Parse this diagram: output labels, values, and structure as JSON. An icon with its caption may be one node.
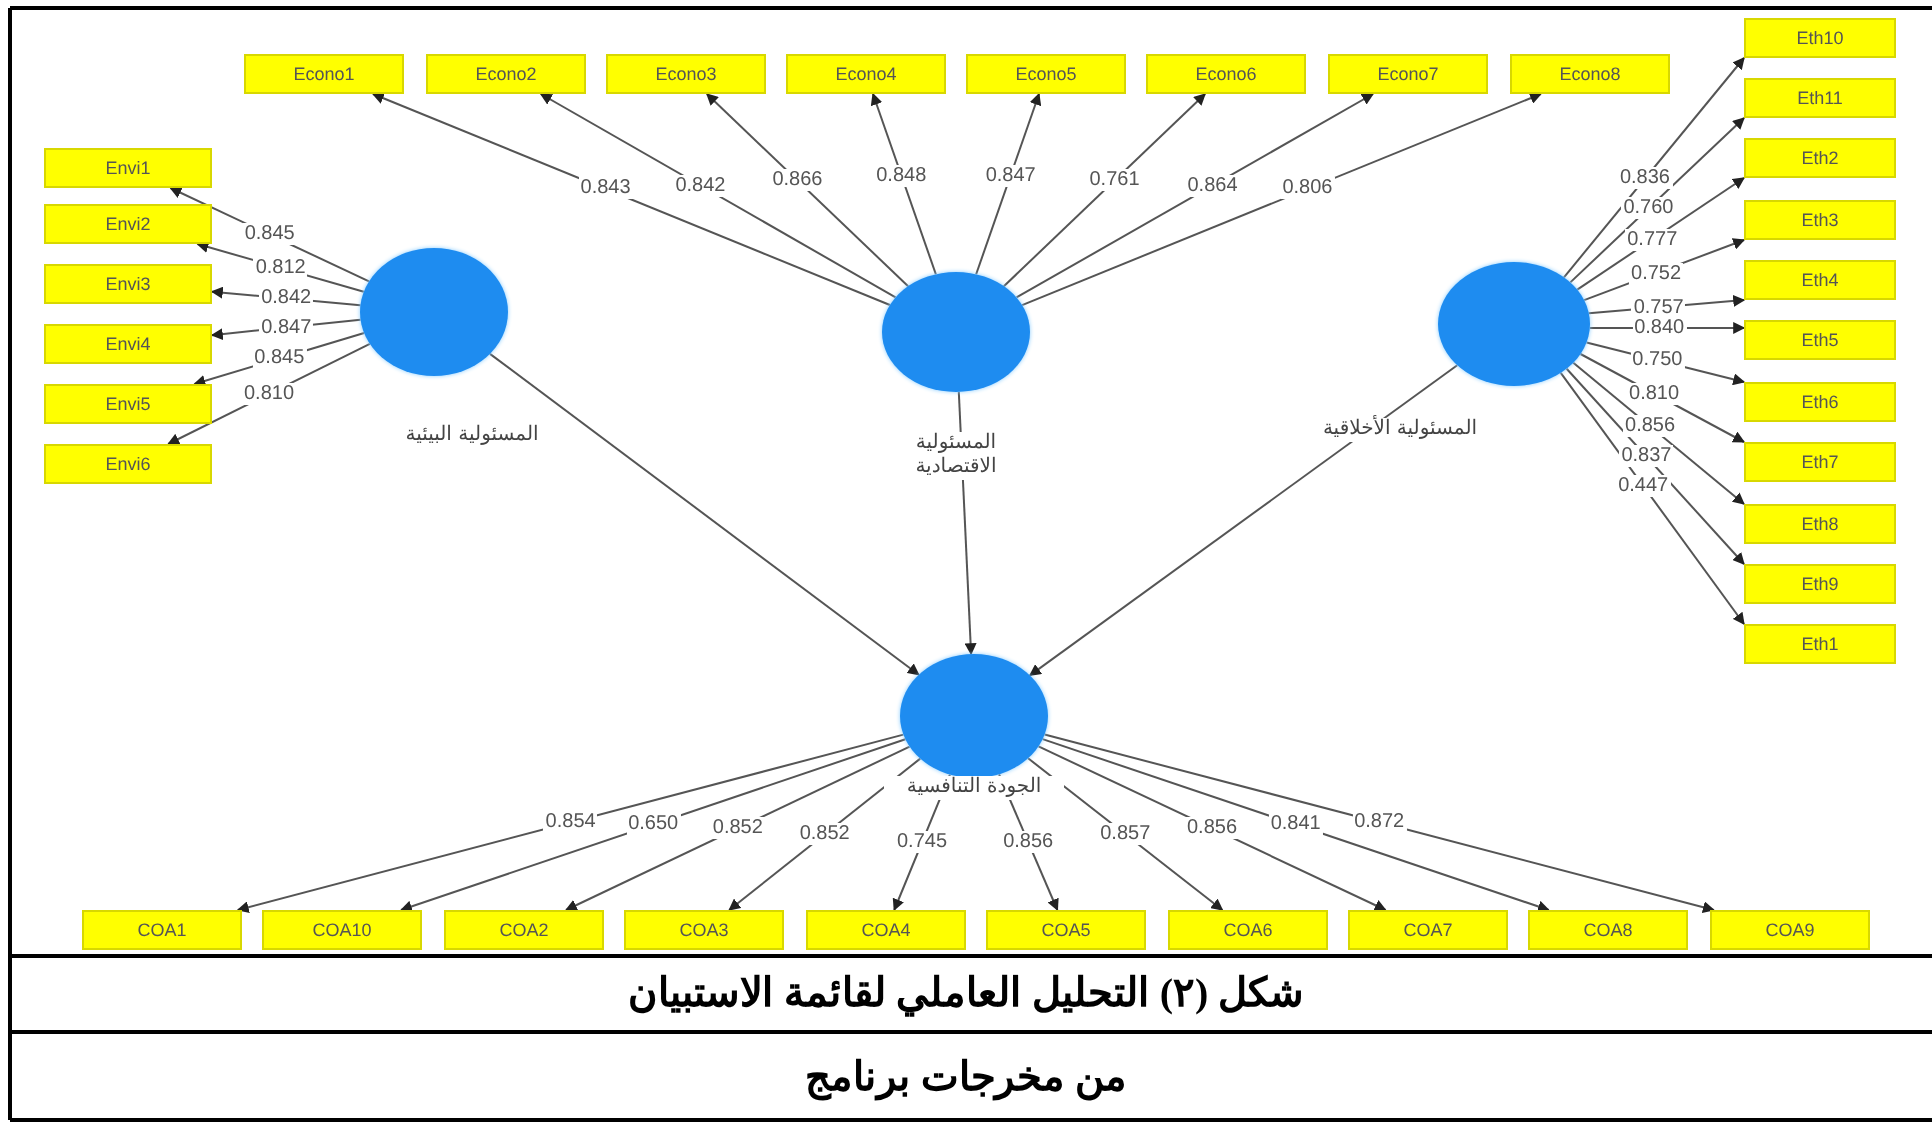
{
  "diagram": {
    "caption": "شكل (٢) التحليل العاملي لقائمة الاستبيان",
    "nodes": [
      {
        "text": [],
        "shape": "ellipse",
        "beside": [
          "المسئولية البيئية"
        ]
      },
      {
        "text": [],
        "shape": "ellipse",
        "beside": [
          "المسئولية الاقتصادية"
        ]
      },
      {
        "text": [],
        "shape": "ellipse",
        "beside": [
          "المسئولية الأخلاقية"
        ]
      },
      {
        "text": [],
        "shape": "ellipse",
        "beside": [
          "الجودة التنافسية"
        ]
      },
      {
        "text": [
          "Envi1"
        ]
      },
      {
        "text": [
          "Envi2"
        ]
      },
      {
        "text": [
          "Envi3"
        ]
      },
      {
        "text": [
          "Envi4"
        ]
      },
      {
        "text": [
          "Envi5"
        ]
      },
      {
        "text": [
          "Envi6"
        ]
      },
      {
        "text": [
          "Econo1"
        ]
      },
      {
        "text": [
          "Econo2"
        ]
      },
      {
        "text": [
          "Econo3"
        ]
      },
      {
        "text": [
          "Econo4"
        ]
      },
      {
        "text": [
          "Econo5"
        ]
      },
      {
        "text": [
          "Econo6"
        ]
      },
      {
        "text": [
          "Econo7"
        ]
      },
      {
        "text": [
          "Econo8"
        ]
      },
      {
        "text": [
          "Eth10"
        ]
      },
      {
        "text": [
          "Eth11"
        ]
      },
      {
        "text": [
          "Eth2"
        ]
      },
      {
        "text": [
          "Eth3"
        ]
      },
      {
        "text": [
          "Eth4"
        ]
      },
      {
        "text": [
          "Eth5"
        ]
      },
      {
        "text": [
          "Eth6"
        ]
      },
      {
        "text": [
          "Eth7"
        ]
      },
      {
        "text": [
          "Eth8"
        ]
      },
      {
        "text": [
          "Eth9"
        ]
      },
      {
        "text": [
          "Eth1"
        ]
      },
      {
        "text": [
          "COA1"
        ]
      },
      {
        "text": [
          "COA10"
        ]
      },
      {
        "text": [
          "COA2"
        ]
      },
      {
        "text": [
          "COA3"
        ]
      },
      {
        "text": [
          "COA4"
        ]
      },
      {
        "text": [
          "COA5"
        ]
      },
      {
        "text": [
          "COA6"
        ]
      },
      {
        "text": [
          "COA7"
        ]
      },
      {
        "text": [
          "COA8"
        ]
      },
      {
        "text": [
          "COA9"
        ]
      }
    ],
    "edges": [
      {
        "from": 0,
        "to": 4,
        "arrow": "to",
        "label": "0.845"
      },
      {
        "from": 0,
        "to": 5,
        "arrow": "to",
        "label": "0.812"
      },
      {
        "from": 0,
        "to": 6,
        "arrow": "to",
        "label": "0.842"
      },
      {
        "from": 0,
        "to": 7,
        "arrow": "to",
        "label": "0.847"
      },
      {
        "from": 0,
        "to": 8,
        "arrow": "to",
        "label": "0.845"
      },
      {
        "from": 0,
        "to": 9,
        "arrow": "to",
        "label": "0.810"
      },
      {
        "from": 1,
        "to": 10,
        "arrow": "to",
        "label": "0.843"
      },
      {
        "from": 1,
        "to": 11,
        "arrow": "to",
        "label": "0.842"
      },
      {
        "from": 1,
        "to": 12,
        "arrow": "to",
        "label": "0.866"
      },
      {
        "from": 1,
        "to": 13,
        "arrow": "to",
        "label": "0.848"
      },
      {
        "from": 1,
        "to": 14,
        "arrow": "to",
        "label": "0.847"
      },
      {
        "from": 1,
        "to": 15,
        "arrow": "to",
        "label": "0.761"
      },
      {
        "from": 1,
        "to": 16,
        "arrow": "to",
        "label": "0.864"
      },
      {
        "from": 1,
        "to": 17,
        "arrow": "to",
        "label": "0.806"
      },
      {
        "from": 2,
        "to": 18,
        "arrow": "to",
        "label": "0.836"
      },
      {
        "from": 2,
        "to": 19,
        "arrow": "to",
        "label": "0.760"
      },
      {
        "from": 2,
        "to": 20,
        "arrow": "to",
        "label": "0.777"
      },
      {
        "from": 2,
        "to": 21,
        "arrow": "to",
        "label": "0.752"
      },
      {
        "from": 2,
        "to": 22,
        "arrow": "to",
        "label": "0.757"
      },
      {
        "from": 2,
        "to": 23,
        "arrow": "to",
        "label": "0.840"
      },
      {
        "from": 2,
        "to": 24,
        "arrow": "to",
        "label": "0.750"
      },
      {
        "from": 2,
        "to": 25,
        "arrow": "to",
        "label": "0.810"
      },
      {
        "from": 2,
        "to": 26,
        "arrow": "to",
        "label": "0.856"
      },
      {
        "from": 2,
        "to": 27,
        "arrow": "to",
        "label": "0.837"
      },
      {
        "from": 2,
        "to": 28,
        "arrow": "to",
        "label": "0.447"
      },
      {
        "from": 3,
        "to": 29,
        "arrow": "to",
        "label": "0.854"
      },
      {
        "from": 3,
        "to": 30,
        "arrow": "to",
        "label": "0.650"
      },
      {
        "from": 3,
        "to": 31,
        "arrow": "to",
        "label": "0.852"
      },
      {
        "from": 3,
        "to": 32,
        "arrow": "to",
        "label": "0.852"
      },
      {
        "from": 3,
        "to": 33,
        "arrow": "to",
        "label": "0.745"
      },
      {
        "from": 3,
        "to": 34,
        "arrow": "to",
        "label": "0.856"
      },
      {
        "from": 3,
        "to": 35,
        "arrow": "to",
        "label": "0.857"
      },
      {
        "from": 3,
        "to": 36,
        "arrow": "to",
        "label": "0.856"
      },
      {
        "from": 3,
        "to": 37,
        "arrow": "to",
        "label": "0.841"
      },
      {
        "from": 3,
        "to": 38,
        "arrow": "to",
        "label": "0.872"
      },
      {
        "from": 0,
        "to": 3,
        "arrow": "to"
      },
      {
        "from": 1,
        "to": 3,
        "arrow": "to"
      },
      {
        "from": 2,
        "to": 3,
        "arrow": "to"
      }
    ],
    "labels": [
      "من مخرجات برنامج"
    ]
  }
}
